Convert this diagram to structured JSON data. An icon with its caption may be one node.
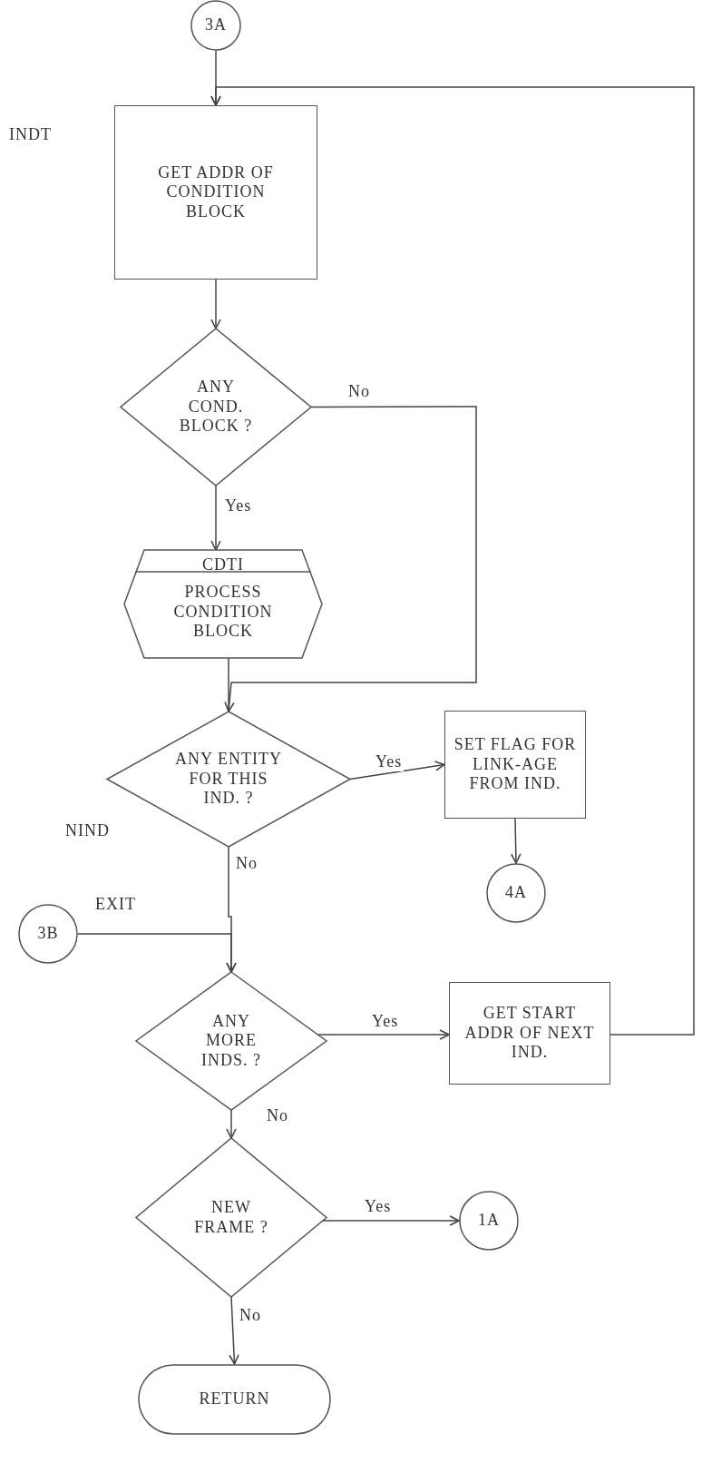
{
  "diagram": {
    "nodes": [
      {
        "text": [
          "3A"
        ]
      },
      {
        "text": [
          "GET ADDR OF CONDITION BLOCK"
        ]
      },
      {
        "text": [
          "ANY COND. BLOCK ?"
        ]
      },
      {
        "text": [
          "CDTI",
          "PROCESS CONDITION BLOCK"
        ]
      },
      {
        "text": [
          "ANY ENTITY FOR THIS IND. ?"
        ]
      },
      {
        "text": [
          "SET FLAG FOR LINK-AGE FROM IND."
        ]
      },
      {
        "text": [
          "4A"
        ]
      },
      {
        "text": [
          "3B"
        ]
      },
      {
        "text": [
          "ANY MORE INDS. ?"
        ]
      },
      {
        "text": [
          "GET START ADDR OF NEXT IND."
        ]
      },
      {
        "text": [
          "NEW FRAME ?"
        ]
      },
      {
        "text": [
          "1A"
        ]
      },
      {
        "text": [
          "RETURN"
        ]
      }
    ],
    "edges": [
      {
        "from": 0,
        "to": 1,
        "arrow": "to"
      },
      {
        "from": 1,
        "to": 2,
        "arrow": "to"
      },
      {
        "from": 2,
        "to": 3,
        "arrow": "to",
        "label": "Yes"
      },
      {
        "from": 2,
        "to": 4,
        "arrow": "to",
        "label": "No"
      },
      {
        "from": 3,
        "to": 4,
        "arrow": "none"
      },
      {
        "from": 4,
        "to": 5,
        "arrow": "to",
        "label": "Yes"
      },
      {
        "from": 4,
        "to": 8,
        "arrow": "to",
        "label": "No"
      },
      {
        "from": 5,
        "to": 6,
        "arrow": "to"
      },
      {
        "from": 7,
        "to": 8,
        "arrow": "to"
      },
      {
        "from": 8,
        "to": 9,
        "arrow": "to",
        "label": "Yes"
      },
      {
        "from": 8,
        "to": 10,
        "arrow": "to",
        "label": "No"
      },
      {
        "from": 9,
        "to": 1,
        "arrow": "to"
      },
      {
        "from": 10,
        "to": 11,
        "arrow": "to",
        "label": "Yes"
      },
      {
        "from": 10,
        "to": 12,
        "arrow": "to",
        "label": "No"
      }
    ],
    "labels": [
      "INDT",
      "NIND",
      "EXIT"
    ]
  }
}
